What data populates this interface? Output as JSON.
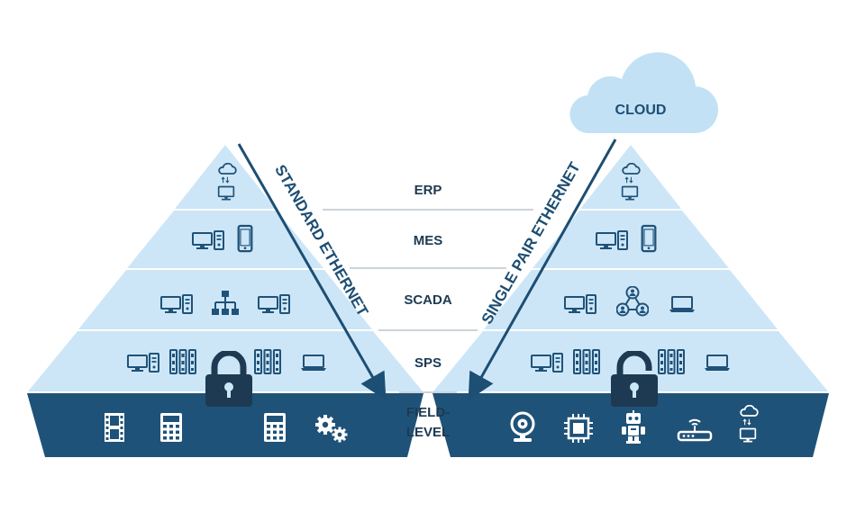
{
  "colors": {
    "light_tier": "#cde6f7",
    "dark_tier": "#1f5278",
    "icon_light": "#1f5278",
    "icon_dark": "#ffffff",
    "text": "#1d3a52",
    "arrow": "#1d4e73",
    "cloud": "#c2e1f5",
    "separator": "#9aa8b2"
  },
  "levels": [
    {
      "id": "erp",
      "label": "ERP"
    },
    {
      "id": "mes",
      "label": "MES"
    },
    {
      "id": "scada",
      "label": "SCADA"
    },
    {
      "id": "sps",
      "label": "SPS"
    },
    {
      "id": "field",
      "label_line1": "FIELD-",
      "label_line2": "LEVEL"
    }
  ],
  "left_pyramid": {
    "arrow_label": "STANDARD ETHERNET",
    "lock_state": "locked",
    "tiers": [
      {
        "icons": [
          "cloud-sync-icon",
          "monitor-icon"
        ]
      },
      {
        "icons": [
          "workstation-icon",
          "smartphone-icon"
        ]
      },
      {
        "icons": [
          "workstation-icon",
          "network-tree-icon",
          "workstation-icon"
        ]
      },
      {
        "icons": [
          "workstation-icon",
          "plc-rack-icon",
          "plc-rack-icon",
          "laptop-icon"
        ]
      },
      {
        "icons": [
          "film-strip-icon",
          "calculator-icon",
          "calculator-icon",
          "gears-icon"
        ]
      }
    ]
  },
  "right_pyramid": {
    "arrow_label": "SINGLE PAIR ETHERNET",
    "lock_state": "unlocked",
    "cloud_label": "CLOUD",
    "tiers": [
      {
        "icons": [
          "cloud-sync-icon",
          "monitor-icon"
        ]
      },
      {
        "icons": [
          "workstation-icon",
          "smartphone-icon"
        ]
      },
      {
        "icons": [
          "workstation-icon",
          "people-network-icon",
          "laptop-icon"
        ]
      },
      {
        "icons": [
          "workstation-icon",
          "plc-rack-icon",
          "plc-rack-icon",
          "laptop-icon"
        ]
      },
      {
        "icons": [
          "webcam-icon",
          "chip-icon",
          "robot-icon",
          "router-icon",
          "cloud-monitor-icon"
        ]
      }
    ]
  }
}
